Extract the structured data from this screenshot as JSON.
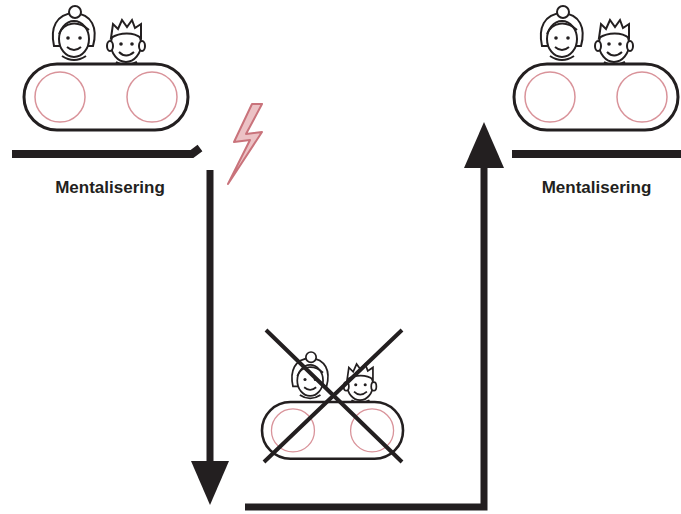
{
  "diagram": {
    "nodes": [
      {
        "text": [
          "Mentalisering"
        ]
      },
      {
        "text": [
          "Mentalisering"
        ]
      }
    ],
    "edges": [
      {
        "from": 0,
        "to": 1,
        "arrow": "to"
      }
    ]
  }
}
